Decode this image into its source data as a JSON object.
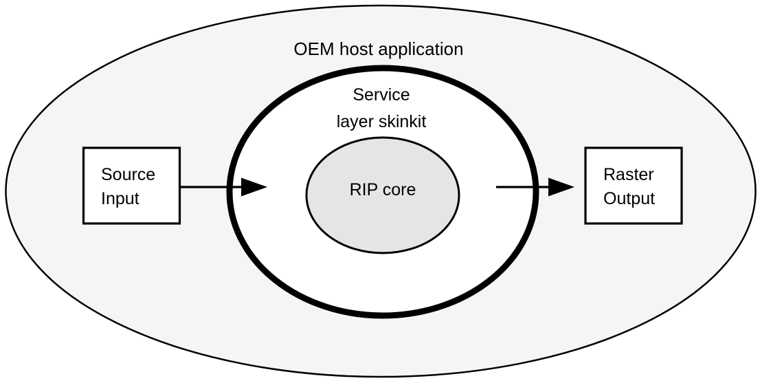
{
  "diagram": {
    "oem_label": "OEM host application",
    "service_label_line1": "Service",
    "service_label_line2": "layer skinkit",
    "core_label": "RIP core",
    "source_box": {
      "line1": "Source",
      "line2": "Input"
    },
    "raster_box": {
      "line1": "Raster",
      "line2": "Output"
    },
    "colors": {
      "outer_ellipse_fill": "#f5f5f5",
      "service_ring_fill": "#ffffff",
      "core_ellipse_fill": "#e5e5e5",
      "box_fill": "#ffffff",
      "line_color": "#000000"
    }
  }
}
